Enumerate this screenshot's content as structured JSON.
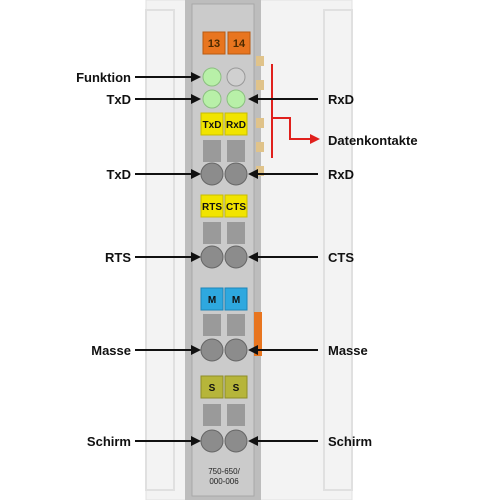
{
  "colors": {
    "module_body": "#c9c9c9",
    "rail": "#e4e4e4",
    "orange": "#e8751f",
    "yellow": "#f1e400",
    "blue": "#2ea8df",
    "olive": "#b6b53a",
    "led_green": "#b8f0a8",
    "arrow": "#111111",
    "red_line": "#e0201c"
  },
  "module": {
    "terminal_top_left": "13",
    "terminal_top_right": "14",
    "part_number_line1": "750-650/",
    "part_number_line2": "000-006"
  },
  "tags": {
    "txd": "TxD",
    "rxd": "RxD",
    "rts": "RTS",
    "cts": "CTS",
    "m_left": "M",
    "m_right": "M",
    "s_left": "S",
    "s_right": "S"
  },
  "labels": {
    "funktion": "Funktion",
    "txd_led": "TxD",
    "rxd_led": "RxD",
    "datenkontakte": "Datenkontakte",
    "txd_terminal": "TxD",
    "rxd_terminal": "RxD",
    "rts": "RTS",
    "cts": "CTS",
    "masse_left": "Masse",
    "masse_right": "Masse",
    "schirm_left": "Schirm",
    "schirm_right": "Schirm"
  },
  "icons": [
    "led-indicator",
    "terminal-clamp",
    "arrow",
    "data-contact"
  ]
}
